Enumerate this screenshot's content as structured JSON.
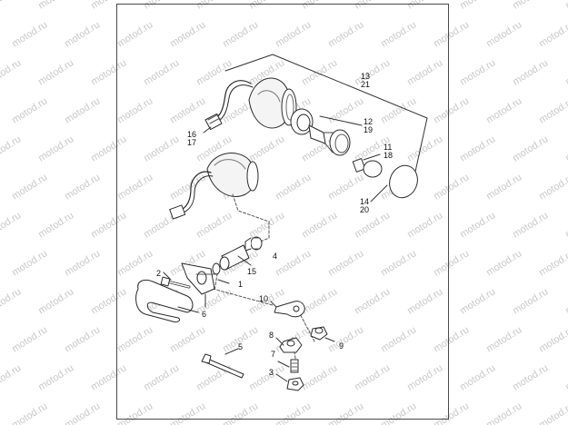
{
  "watermark": {
    "text": "motod.ru"
  },
  "callouts": {
    "c13": "13",
    "c21": "21",
    "c12": "12",
    "c19": "19",
    "c11": "11",
    "c18": "18",
    "c14": "14",
    "c20": "20",
    "c16": "16",
    "c17": "17",
    "c4": "4",
    "c15": "15",
    "c2": "2",
    "c1": "1",
    "c6": "6",
    "c10": "10",
    "c8": "8",
    "c9": "9",
    "c5": "5",
    "c7": "7",
    "c3": "3"
  }
}
